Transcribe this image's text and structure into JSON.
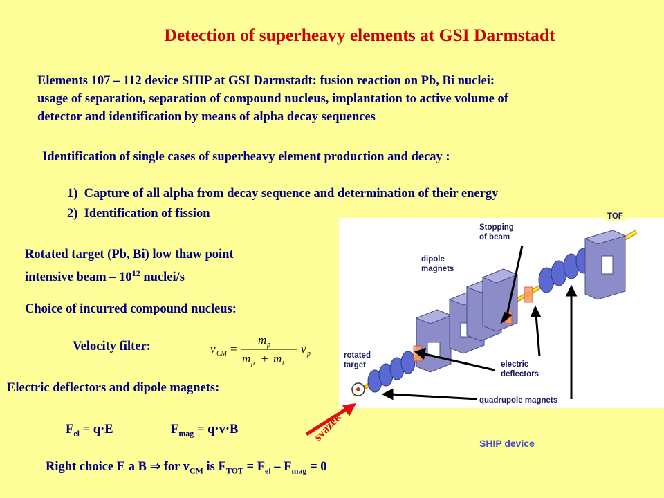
{
  "title": "Detection of superheavy elements at GSI Darmstadt",
  "intro": {
    "line1": "Elements 107 – 112 device SHIP at GSI Darmstadt: fusion reaction on Pb, Bi nuclei:",
    "line2": "usage of separation, separation of compound nucleus, implantation to active volume of",
    "line3": "detector and identification by means of alpha decay sequences"
  },
  "identification_heading": "Identification of single cases of superheavy element production and decay :",
  "list": [
    {
      "num": "1)",
      "text": "Capture of all alpha from decay sequence and determination of their energy"
    },
    {
      "num": "2)",
      "text": "Identification of fission"
    }
  ],
  "rotated": {
    "line1": "Rotated target (Pb, Bi) low thaw point",
    "line2_pre": "intensive beam – 10",
    "line2_sup": "12",
    "line2_post": " nuclei/s"
  },
  "choice": "Choice of incurred compound nucleus:",
  "velocity_filter": "Velocity filter:",
  "formula": {
    "lhs_v": "v",
    "lhs_sub": "CM",
    "eq": "=",
    "num": "m",
    "num_sub": "p",
    "den_a": "m",
    "den_a_sub": "p",
    "den_plus": "+",
    "den_b": "m",
    "den_b_sub": "t",
    "rhs_v": "v",
    "rhs_sub": "p"
  },
  "deflectors_heading": "Electric deflectors and dipole magnets:",
  "forces": {
    "fel_F": "F",
    "fel_sub": "el",
    "fel_rest": " = q·E",
    "fmag_F": "F",
    "fmag_sub": "mag",
    "fmag_rest": " = q·v·B"
  },
  "right_choice": {
    "a": "Right choice E a B ",
    "arrow": "⇒",
    "b": " for v",
    "b_sub": "CM",
    "c": " is F",
    "c_sub": "TOT",
    "d": " = F",
    "d_sub": "el",
    "e": " – F",
    "e_sub": "mag",
    "f": " = 0"
  },
  "diagram_labels": {
    "tof": "TOF",
    "stopping1": "Stopping",
    "stopping2": "of beam",
    "dipole1": "dipole",
    "dipole2": "magnets",
    "rotated1": "rotated",
    "rotated2": "target",
    "electric1": "electric",
    "electric2": "deflectors",
    "quad": "quadrupole magnets"
  },
  "ship_caption": "SHIP device",
  "svazek": "svazek",
  "colors": {
    "background": "#ffff99",
    "title": "#cc0000",
    "text": "#000080",
    "caption": "#4a4ad0",
    "arrow": "#e01010",
    "magnet": "#8c8cc8"
  }
}
